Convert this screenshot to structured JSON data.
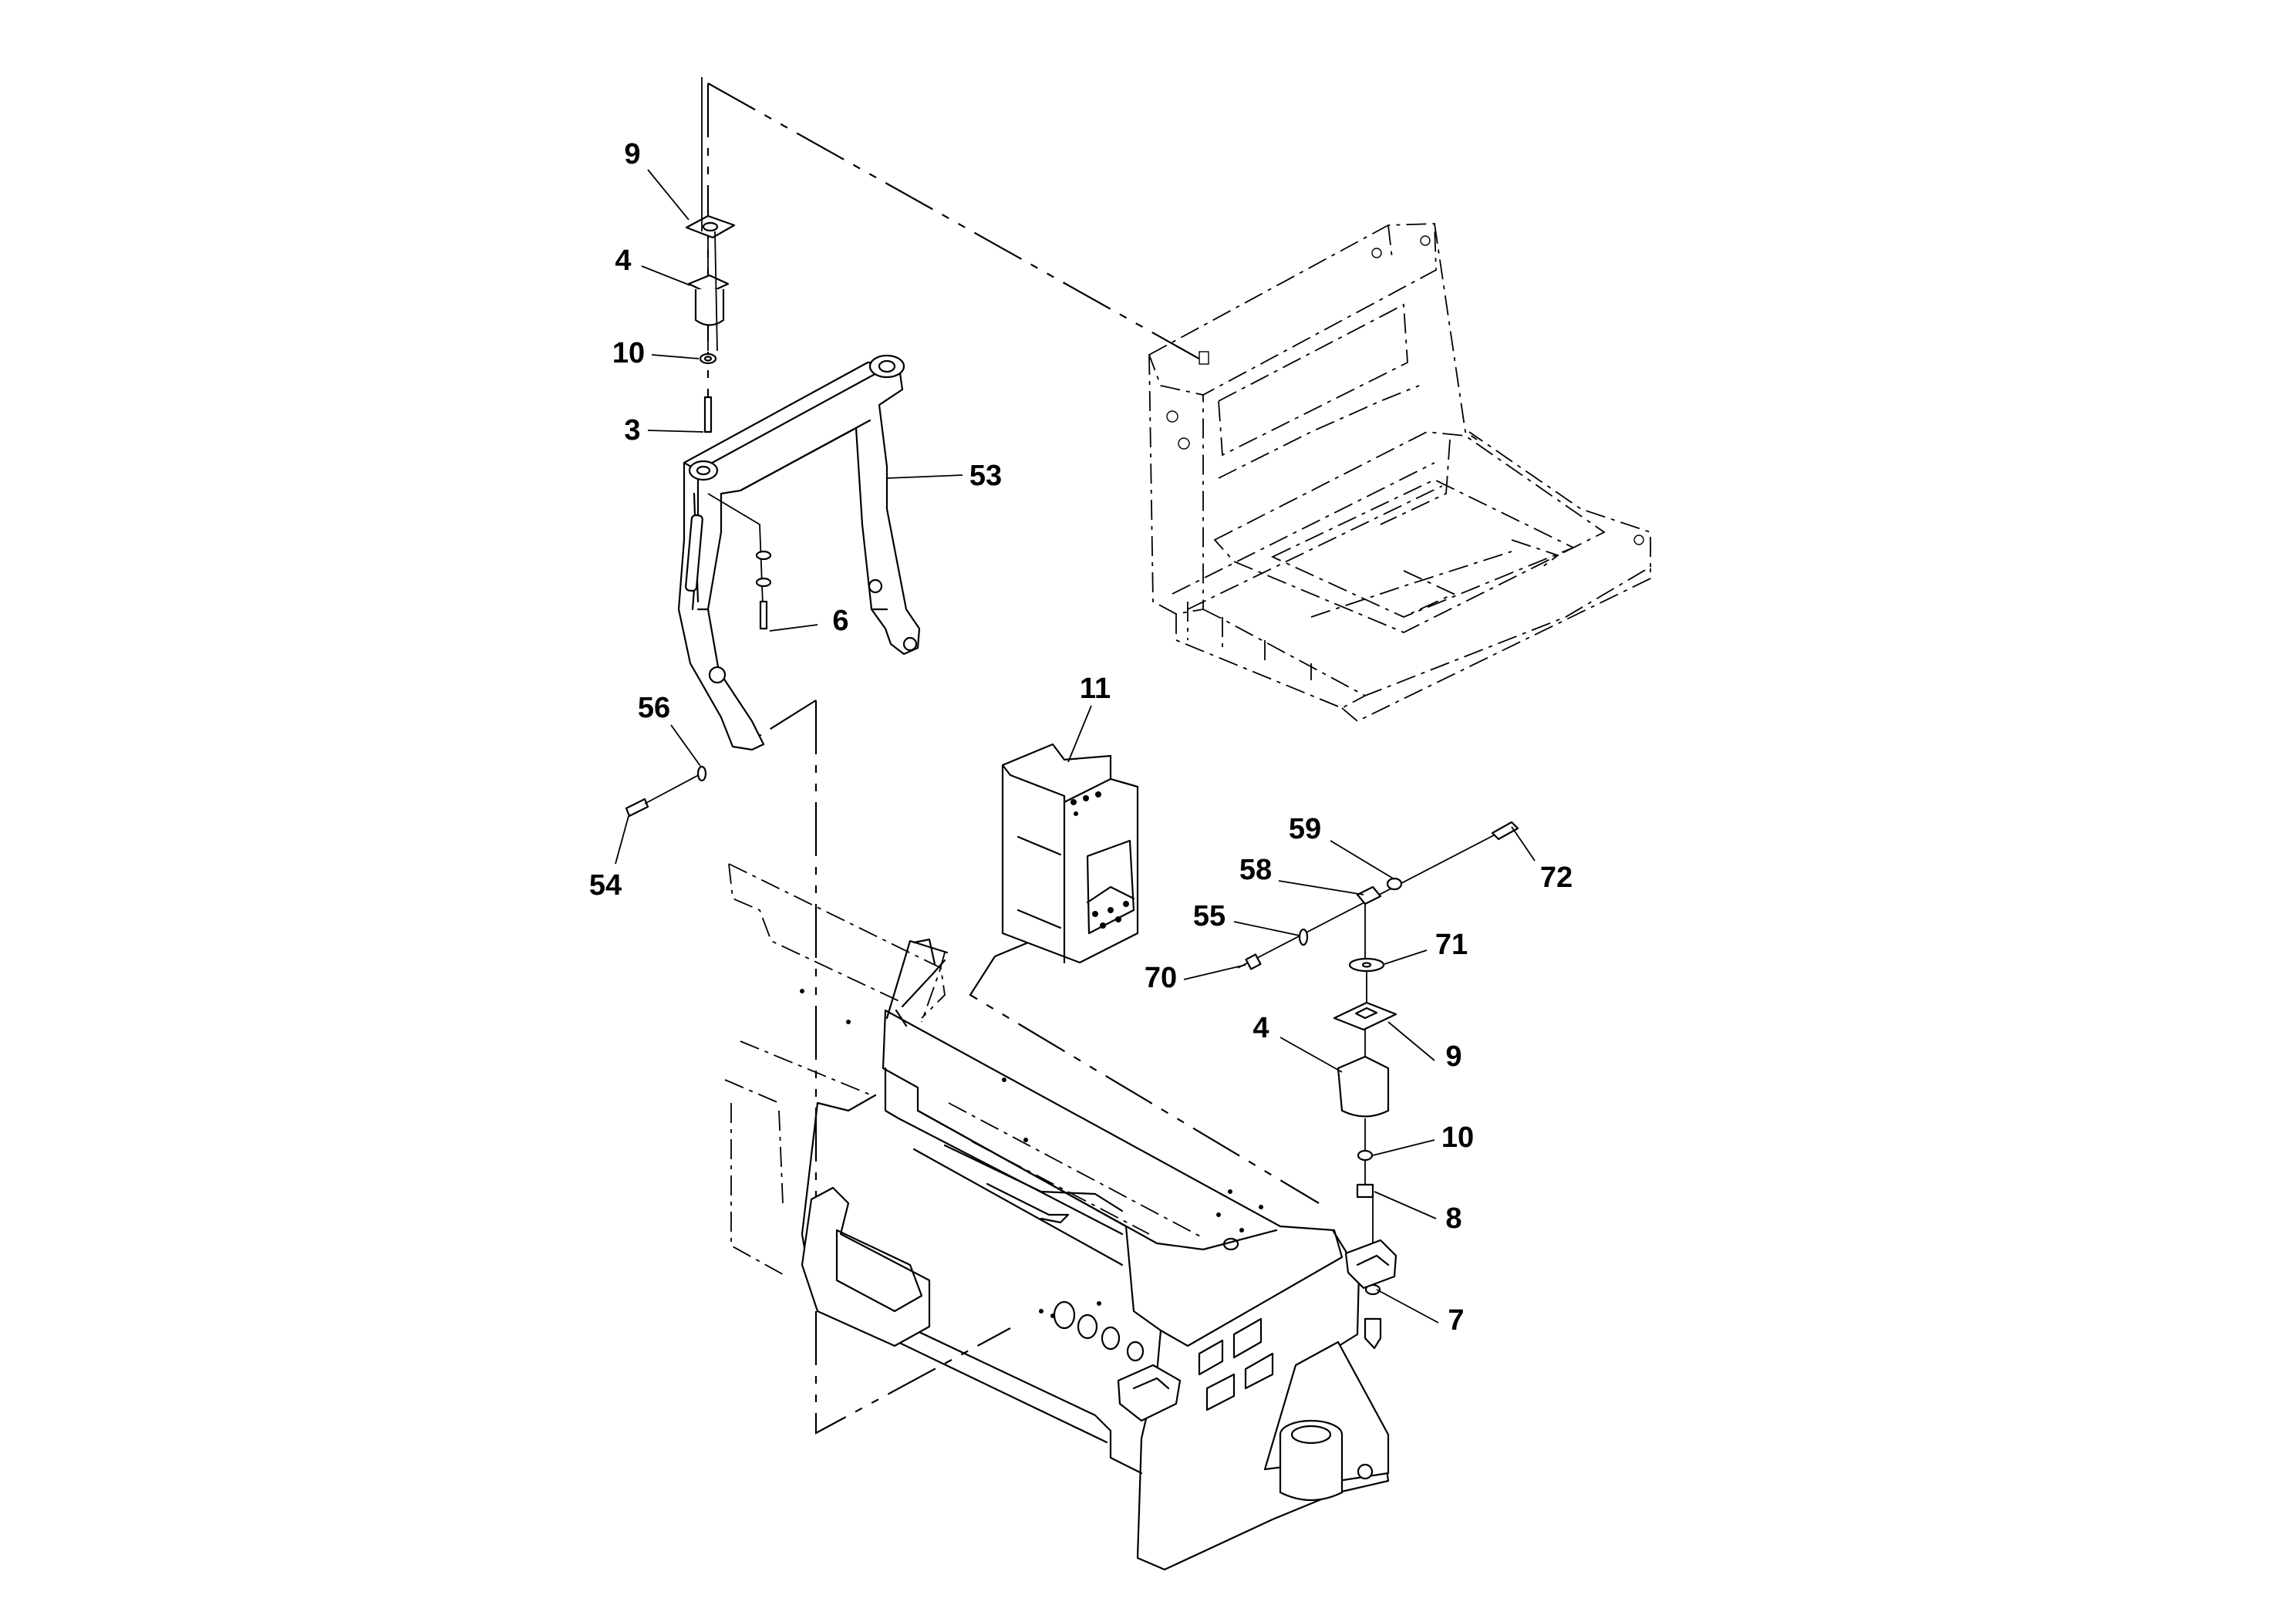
{
  "callouts": [
    {
      "id": "c9a",
      "label": "9"
    },
    {
      "id": "c4a",
      "label": "4"
    },
    {
      "id": "c10a",
      "label": "10"
    },
    {
      "id": "c3",
      "label": "3"
    },
    {
      "id": "c53",
      "label": "53"
    },
    {
      "id": "c6",
      "label": "6"
    },
    {
      "id": "c56",
      "label": "56"
    },
    {
      "id": "c54",
      "label": "54"
    },
    {
      "id": "c11",
      "label": "11"
    },
    {
      "id": "c59",
      "label": "59"
    },
    {
      "id": "c72",
      "label": "72"
    },
    {
      "id": "c58",
      "label": "58"
    },
    {
      "id": "c55",
      "label": "55"
    },
    {
      "id": "c70",
      "label": "70"
    },
    {
      "id": "c71",
      "label": "71"
    },
    {
      "id": "c4b",
      "label": "4"
    },
    {
      "id": "c9b",
      "label": "9"
    },
    {
      "id": "c10b",
      "label": "10"
    },
    {
      "id": "c8",
      "label": "8"
    },
    {
      "id": "c7",
      "label": "7"
    }
  ]
}
